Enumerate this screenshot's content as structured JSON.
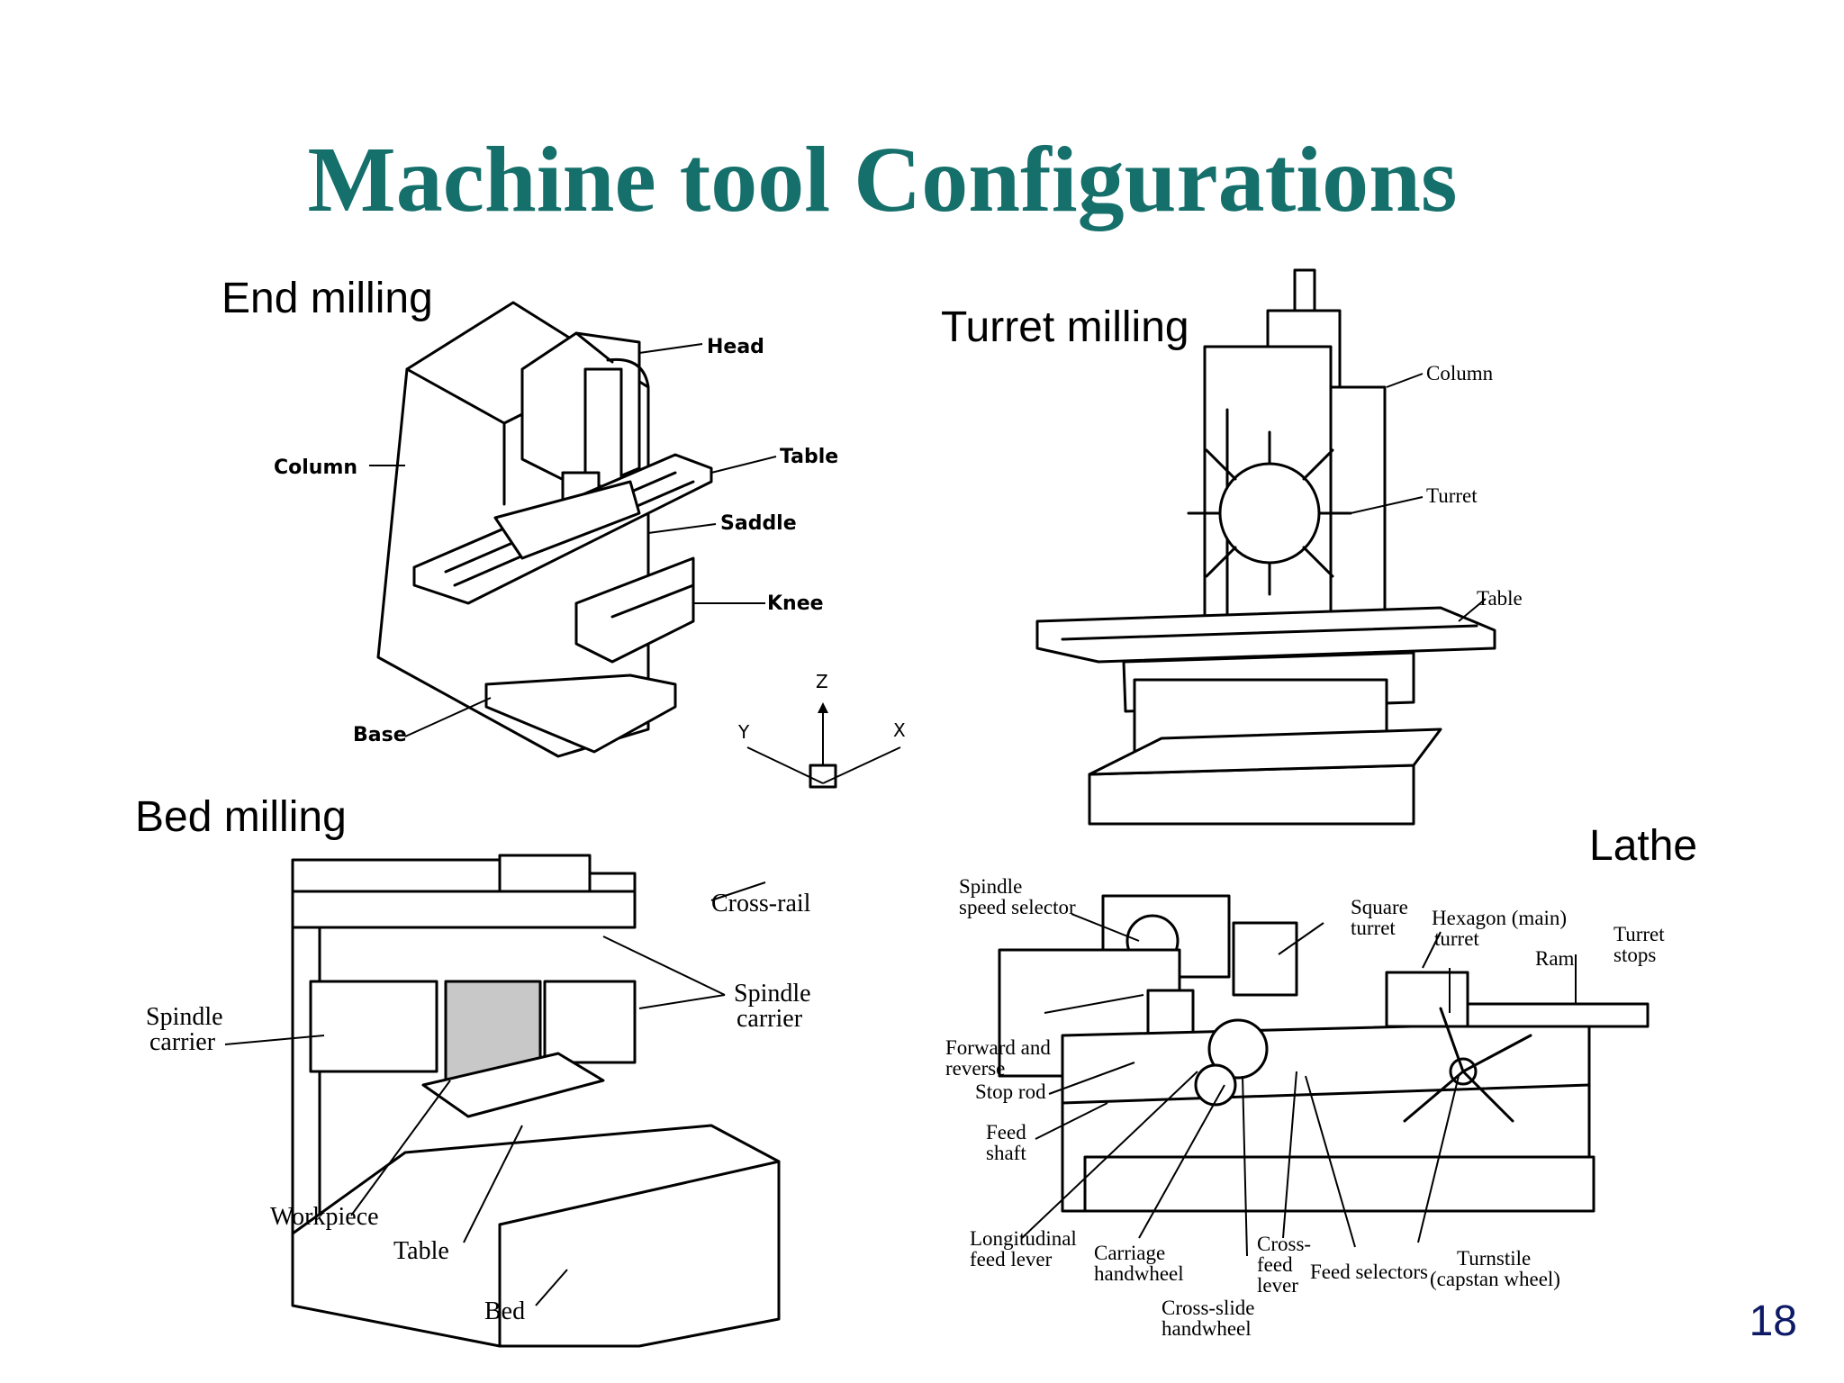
{
  "slide": {
    "title": "Machine tool Configurations",
    "page_number": "18",
    "title_color": "#156f6b",
    "page_number_color": "#0e1a66"
  },
  "sections": {
    "end_milling": {
      "label": "End milling",
      "parts": {
        "head": "Head",
        "column": "Column",
        "table": "Table",
        "saddle": "Saddle",
        "knee": "Knee",
        "base": "Base"
      },
      "axes": {
        "z": "Z",
        "y": "Y",
        "x": "X"
      }
    },
    "turret_milling": {
      "label": "Turret milling",
      "parts": {
        "column": "Column",
        "turret": "Turret",
        "table": "Table"
      }
    },
    "bed_milling": {
      "label": "Bed milling",
      "parts": {
        "cross_rail": "Cross-rail",
        "spindle_carrier_right_1": "Spindle",
        "spindle_carrier_right_2": "carrier",
        "spindle_carrier_left_1": "Spindle",
        "spindle_carrier_left_2": "carrier",
        "workpiece": "Workpiece",
        "table": "Table",
        "bed": "Bed"
      }
    },
    "lathe": {
      "label": "Lathe",
      "parts": {
        "spindle_speed_selector_1": "Spindle",
        "spindle_speed_selector_2": "speed selector",
        "square_turret_1": "Square",
        "square_turret_2": "turret",
        "hexagon_turret_1": "Hexagon (main)",
        "hexagon_turret_2": "turret",
        "turret_stops_1": "Turret",
        "turret_stops_2": "stops",
        "ram": "Ram",
        "forward_reverse_1": "Forward and",
        "forward_reverse_2": "reverse",
        "stop_rod": "Stop rod",
        "feed_shaft_1": "Feed",
        "feed_shaft_2": "shaft",
        "longitudinal_feed_lever_1": "Longitudinal",
        "longitudinal_feed_lever_2": "feed lever",
        "carriage_handwheel_1": "Carriage",
        "carriage_handwheel_2": "handwheel",
        "cross_feed_lever_1": "Cross-",
        "cross_feed_lever_2": "feed",
        "cross_feed_lever_3": "lever",
        "feed_selectors": "Feed selectors",
        "turnstile_1": "Turnstile",
        "turnstile_2": "(capstan wheel)",
        "cross_slide_handwheel_1": "Cross-slide",
        "cross_slide_handwheel_2": "handwheel"
      }
    }
  }
}
